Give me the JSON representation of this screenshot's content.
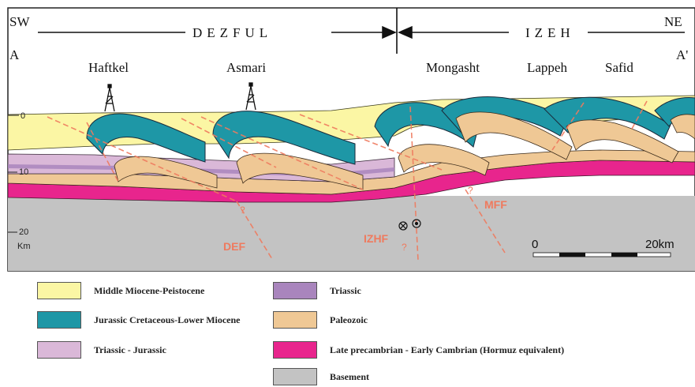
{
  "header": {
    "left_corner": "SW",
    "right_corner": "NE",
    "domain_left": "DEZFUL",
    "domain_right": "IZEH",
    "section_start": "A",
    "section_end": "A'"
  },
  "locations": [
    "Haftkel",
    "Asmari",
    "Mongasht",
    "Lappeh",
    "Safid"
  ],
  "depth_labels": {
    "d0": "0",
    "d10": "10",
    "d20": "20",
    "unit": "Km"
  },
  "faults": {
    "def": "DEF",
    "izhf": "IZHF",
    "mff": "MFF",
    "q1": "?",
    "q2": "?",
    "q3": "?"
  },
  "scale": {
    "start": "0",
    "end": "20km"
  },
  "colors": {
    "miocene": "#fbf6a4",
    "jurassic_cretaceous": "#1e97a6",
    "triassic_jurassic": "#dab8d8",
    "triassic": "#a985bd",
    "paleozoic": "#efc895",
    "hormuz": "#e8258d",
    "basement": "#c3c3c3",
    "fault": "#ef7a5e"
  },
  "legend": [
    {
      "label": "Middle Miocene-Peistocene",
      "color": "#fbf6a4"
    },
    {
      "label": "Jurassic Cretaceous-Lower Miocene",
      "color": "#1e97a6"
    },
    {
      "label": "Triassic - Jurassic",
      "color": "#dab8d8"
    },
    {
      "label": "Triassic",
      "color": "#a985bd"
    },
    {
      "label": "Paleozoic",
      "color": "#efc895"
    },
    {
      "label": "Late precambrian - Early Cambrian (Hormuz equivalent)",
      "color": "#e8258d"
    },
    {
      "label": "Basement",
      "color": "#c3c3c3"
    }
  ]
}
